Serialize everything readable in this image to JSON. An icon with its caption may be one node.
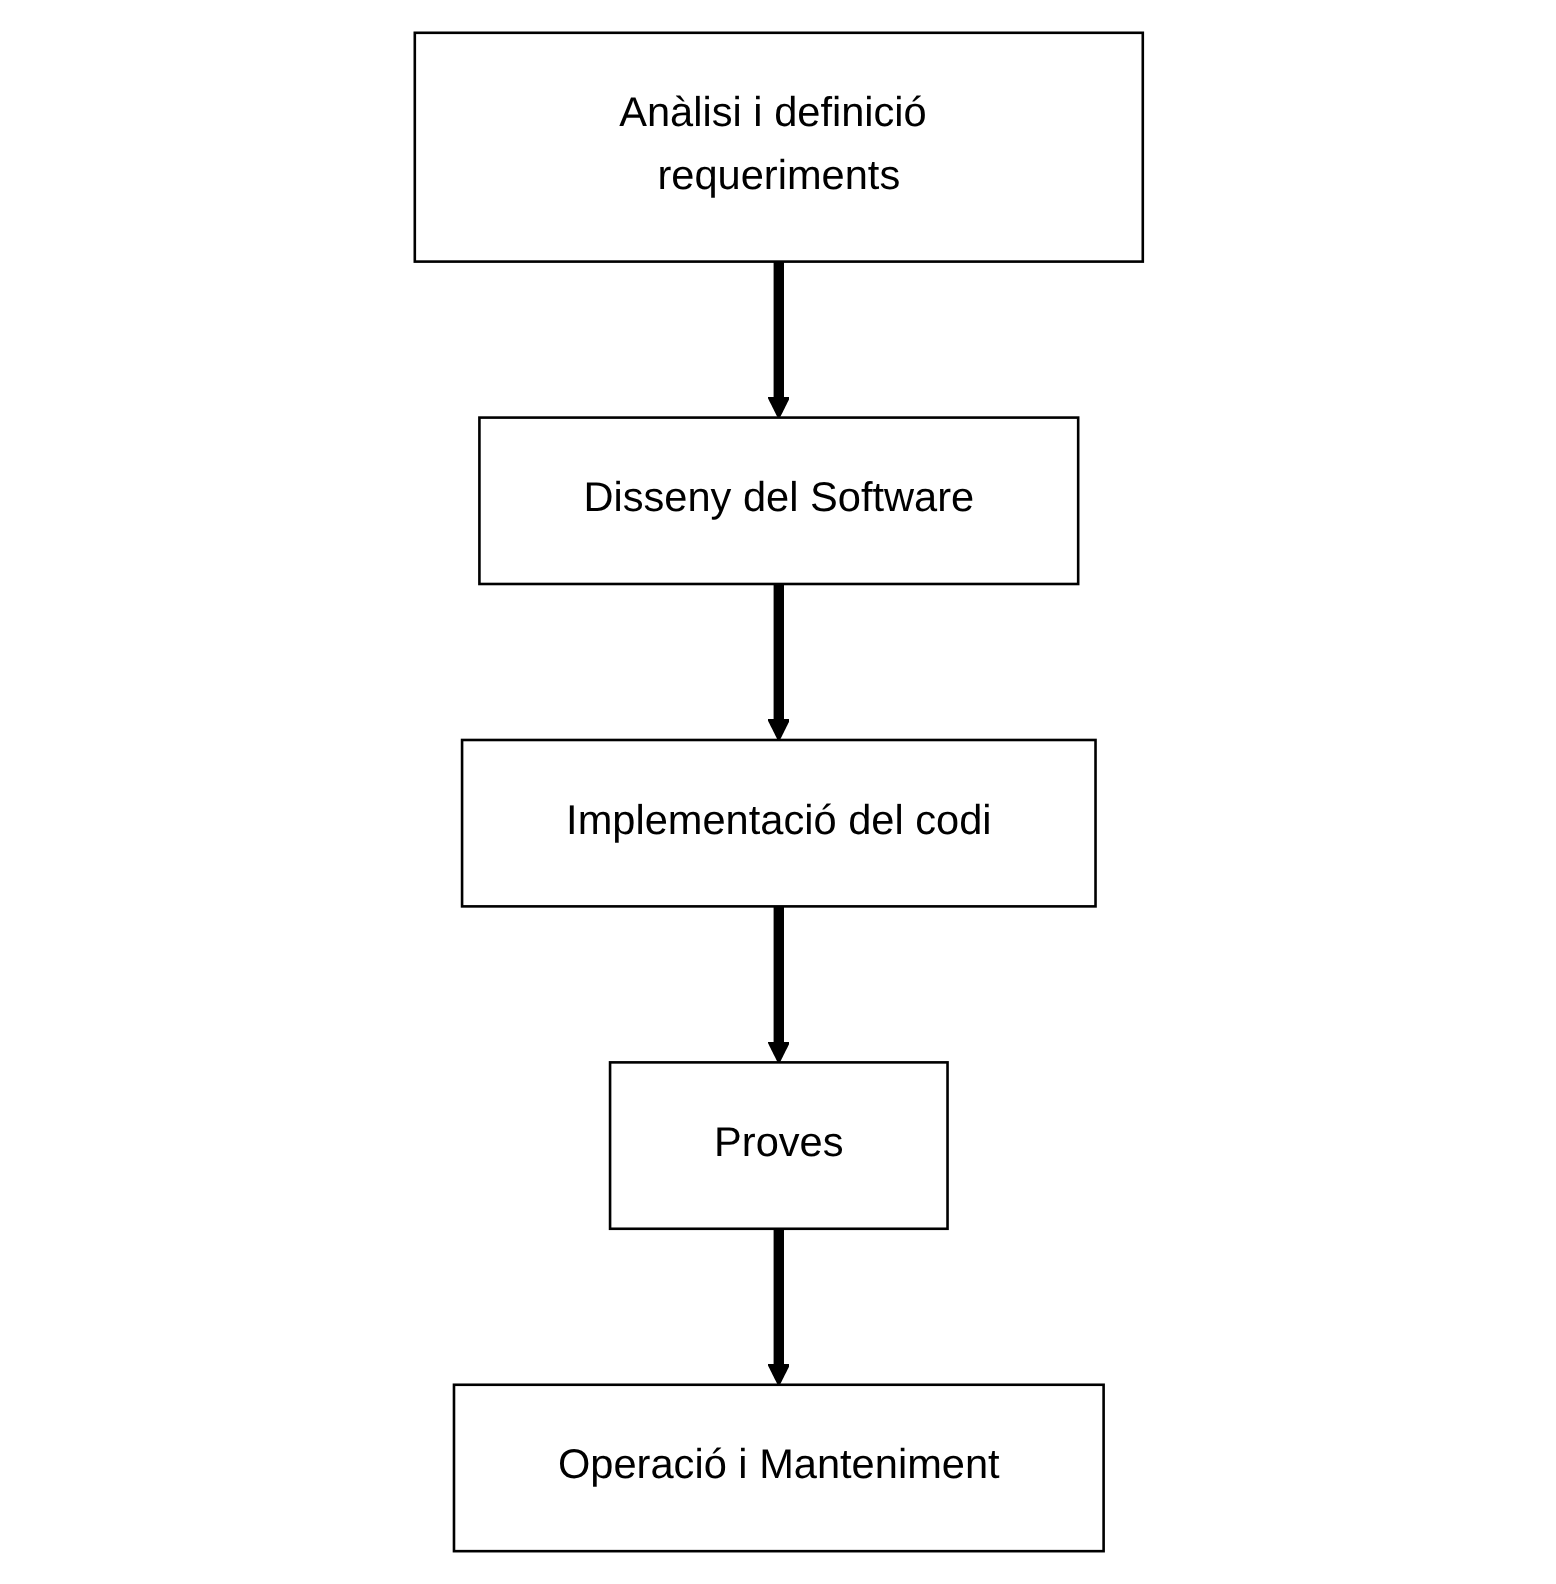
{
  "diagram": {
    "nodes": [
      {
        "text": [
          "Anàlisi i definició requeriments"
        ]
      },
      {
        "text": [
          "Disseny del Software"
        ]
      },
      {
        "text": [
          "Implementació del codi"
        ]
      },
      {
        "text": [
          "Proves"
        ]
      },
      {
        "text": [
          "Operació i Manteniment"
        ]
      }
    ],
    "edges": [
      {
        "from": 0,
        "to": 1,
        "arrow": "to"
      },
      {
        "from": 1,
        "to": 2,
        "arrow": "to"
      },
      {
        "from": 2,
        "to": 3,
        "arrow": "to"
      },
      {
        "from": 3,
        "to": 4,
        "arrow": "to"
      }
    ]
  }
}
